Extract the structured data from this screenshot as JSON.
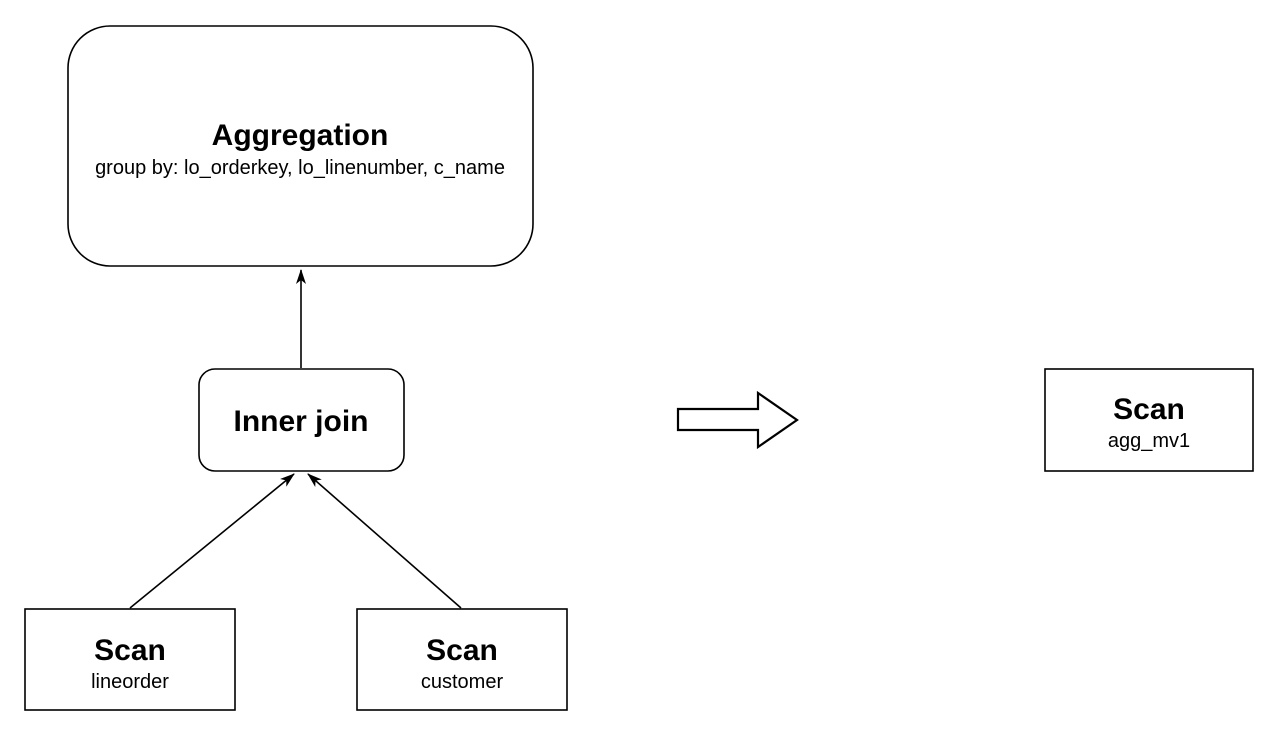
{
  "page": {
    "background_color": "#ffffff"
  },
  "diagram": {
    "kind": "query-plan-rewrite",
    "colors": {
      "stroke": "#000000",
      "node_fill": "#ffffff",
      "text": "#000000"
    },
    "icons": {
      "transform_arrow": "block-right-arrow"
    },
    "before": {
      "nodes": {
        "aggregation": {
          "title": "Aggregation",
          "detail": "group by: lo_orderkey, lo_linenumber, c_name"
        },
        "inner_join": {
          "title": "Inner join"
        },
        "scan_lineorder": {
          "title": "Scan",
          "detail": "lineorder"
        },
        "scan_customer": {
          "title": "Scan",
          "detail": "customer"
        }
      },
      "edges": [
        {
          "from": "inner_join",
          "to": "aggregation"
        },
        {
          "from": "scan_lineorder",
          "to": "inner_join"
        },
        {
          "from": "scan_customer",
          "to": "inner_join"
        }
      ]
    },
    "after": {
      "nodes": {
        "scan_agg_mv1": {
          "title": "Scan",
          "detail": "agg_mv1"
        }
      }
    }
  }
}
